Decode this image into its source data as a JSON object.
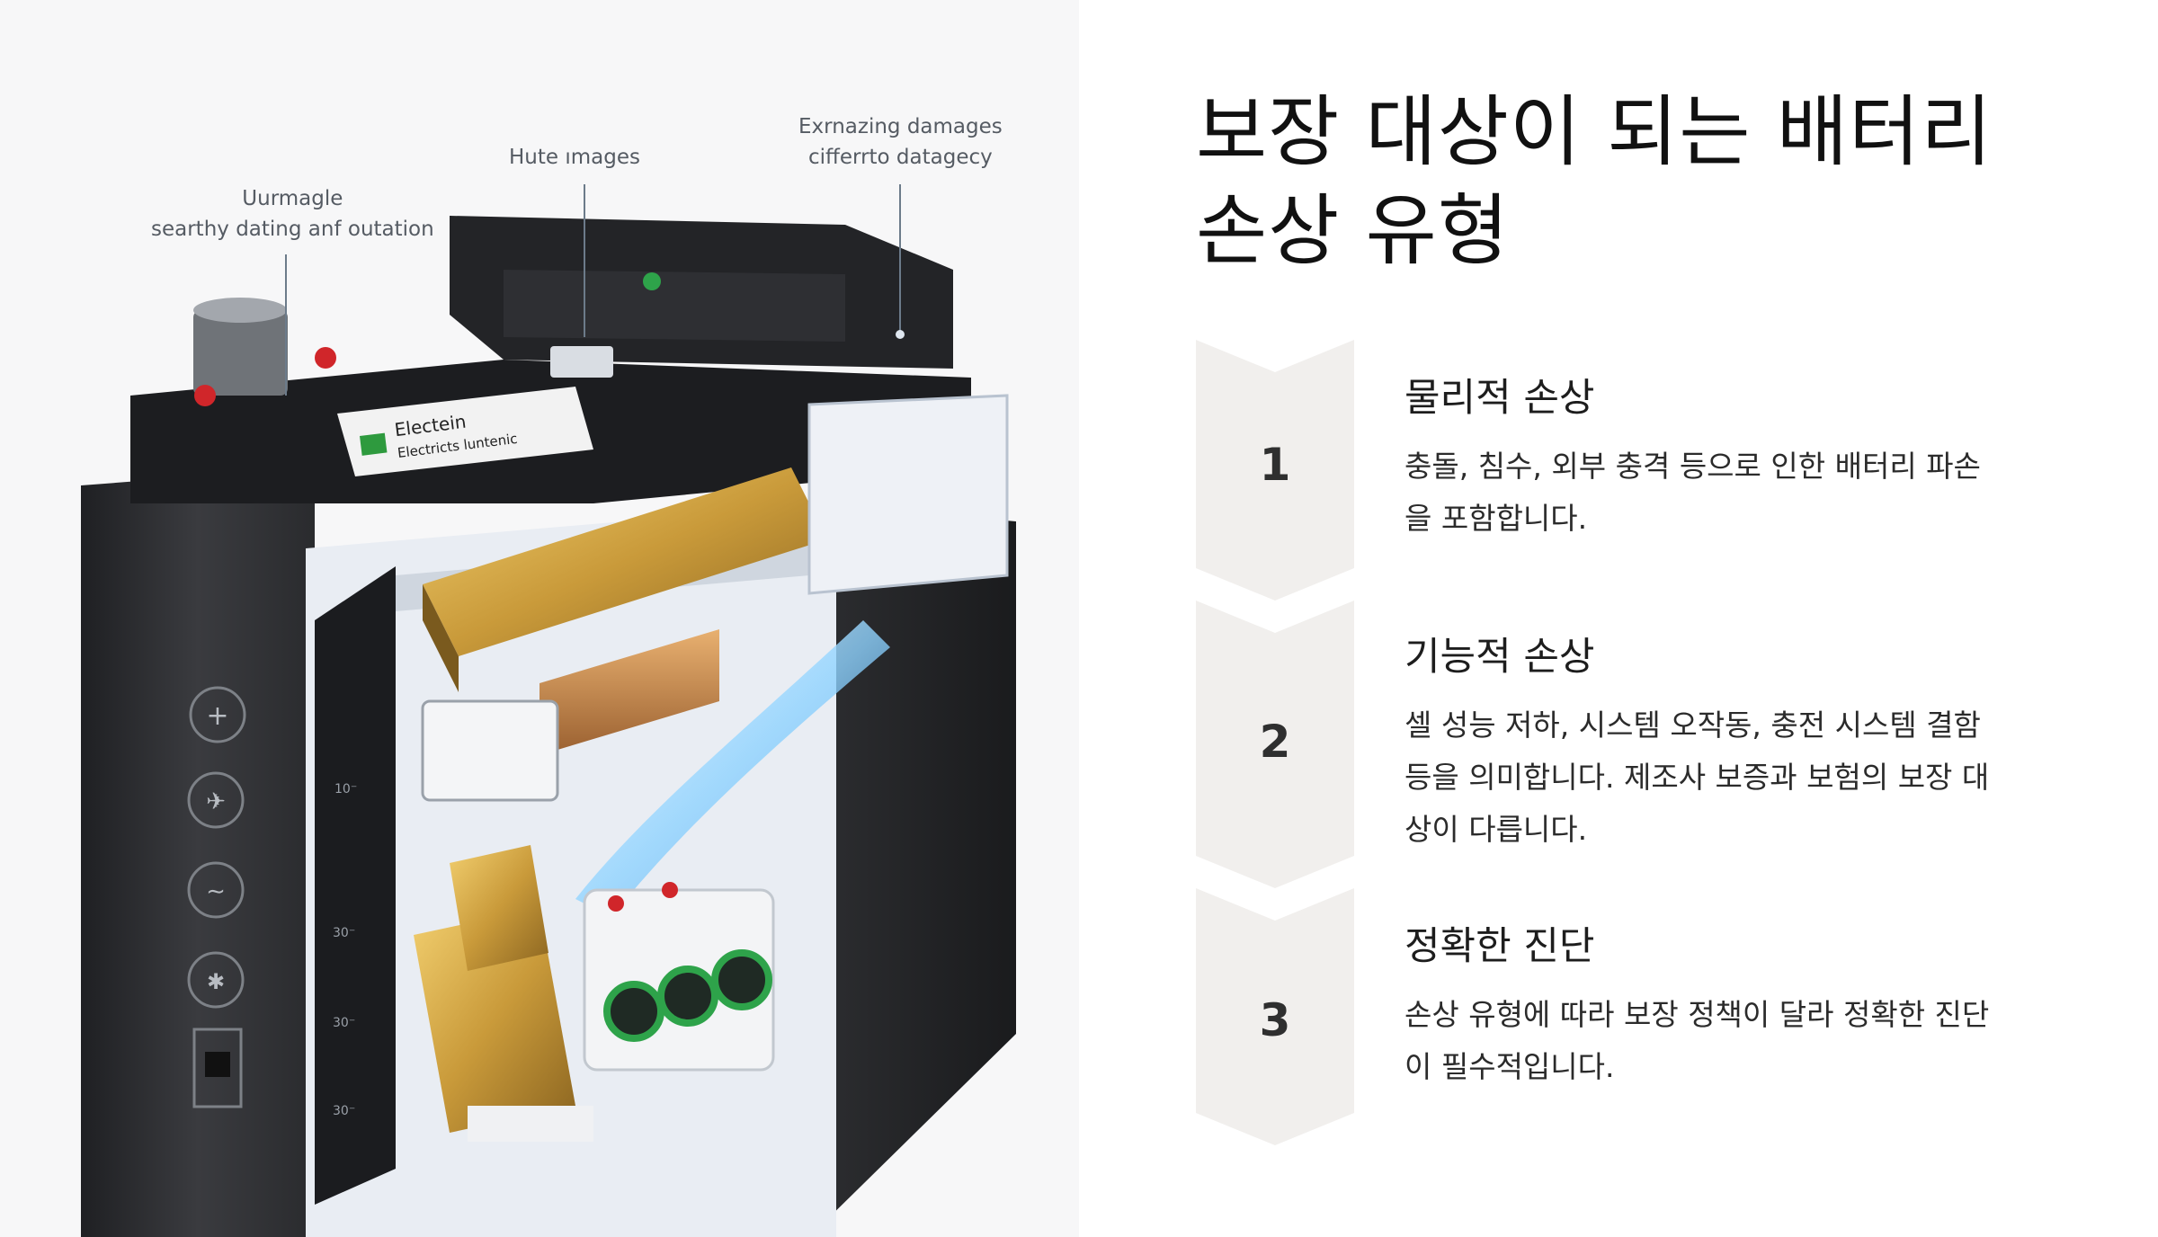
{
  "title": {
    "line1": "보장 대상이 되는 배터리",
    "line2": "손상 유형"
  },
  "illustration": {
    "callouts": [
      {
        "line1": "Uurmagle",
        "line2": "searthy dating anf outation"
      },
      {
        "line1": "Hute ımages",
        "line2": ""
      },
      {
        "line1": "Exrnazing damages",
        "line2": "cifferrto datagecy"
      }
    ],
    "label_text": {
      "line1": "Electein",
      "line2": "Electricts luntenic"
    },
    "side_marks": [
      "10⁻",
      "30⁻",
      "30⁻",
      "30⁻"
    ],
    "colors": {
      "case": "#2a2b2e",
      "lid": "#1c1d20",
      "gold": "#c99a3a",
      "accent": "#3aa6e8"
    }
  },
  "steps": [
    {
      "number": "1",
      "title": "물리적 손상",
      "desc_line1": "충돌, 침수, 외부 충격 등으로 인한 배터리 파손",
      "desc_line2": "을 포함합니다.",
      "desc_line3": ""
    },
    {
      "number": "2",
      "title": "기능적 손상",
      "desc_line1": "셀 성능 저하, 시스템 오작동, 충전 시스템 결함",
      "desc_line2": "등을 의미합니다. 제조사 보증과 보험의 보장 대",
      "desc_line3": "상이 다릅니다."
    },
    {
      "number": "3",
      "title": "정확한 진단",
      "desc_line1": "손상 유형에 따라 보장 정책이 달라 정확한 진단",
      "desc_line2": "이 필수적입니다.",
      "desc_line3": ""
    }
  ],
  "theme": {
    "chevron_fill": "#f1efed",
    "background": "#ffffff",
    "text": "#111111"
  }
}
